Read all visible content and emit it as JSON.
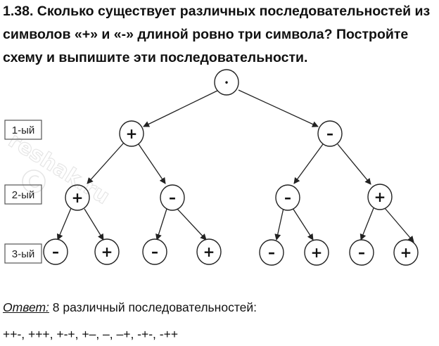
{
  "problem": {
    "lines": [
      "1.38. Сколько существует различных последовательностей из",
      "символов «+» и «-» длиной ровно три символа? Постройте",
      "схему и выпишите эти последовательности."
    ]
  },
  "tree": {
    "root": "•",
    "level_labels": [
      "1-ый",
      "2-ый",
      "3-ый"
    ],
    "level1": [
      "+",
      "–"
    ],
    "level2": [
      "+",
      "–",
      "–",
      "+"
    ],
    "level3": [
      "–",
      "+",
      "–",
      "+",
      "–",
      "+",
      "–",
      "+"
    ]
  },
  "watermark": {
    "text": "reshak.ru"
  },
  "answer": {
    "label": "Ответ:",
    "text": " 8 различный последовательностей:",
    "sequences": "++-, +++, +-+, +–, –, –+, -+-, -++"
  }
}
